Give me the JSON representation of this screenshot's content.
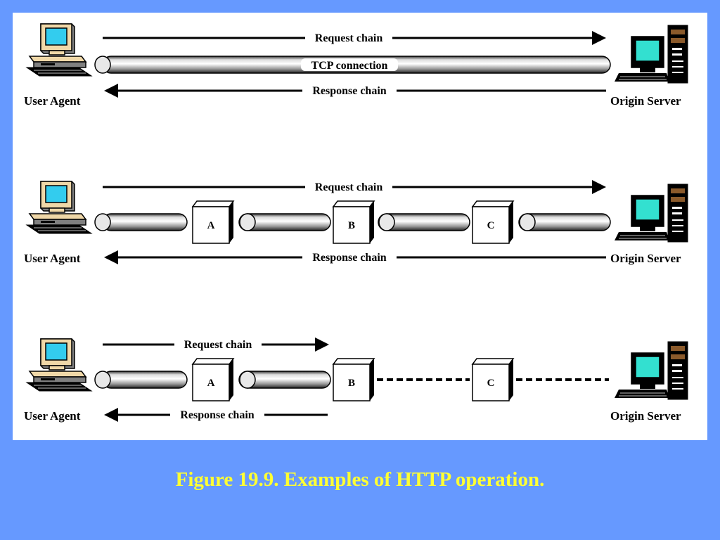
{
  "labels": {
    "user_agent": "User Agent",
    "origin_server": "Origin Server",
    "request_chain": "Request chain",
    "response_chain": "Response chain",
    "tcp_connection": "TCP connection"
  },
  "intermediaries": [
    "A",
    "B",
    "C"
  ],
  "caption": "Figure 19.9. Examples of HTTP operation.",
  "colors": {
    "background": "#6699ff",
    "diagram": "#ffffff",
    "caption": "#ffff33",
    "screen": "#33ccee",
    "server_screen": "#33e0d0"
  }
}
